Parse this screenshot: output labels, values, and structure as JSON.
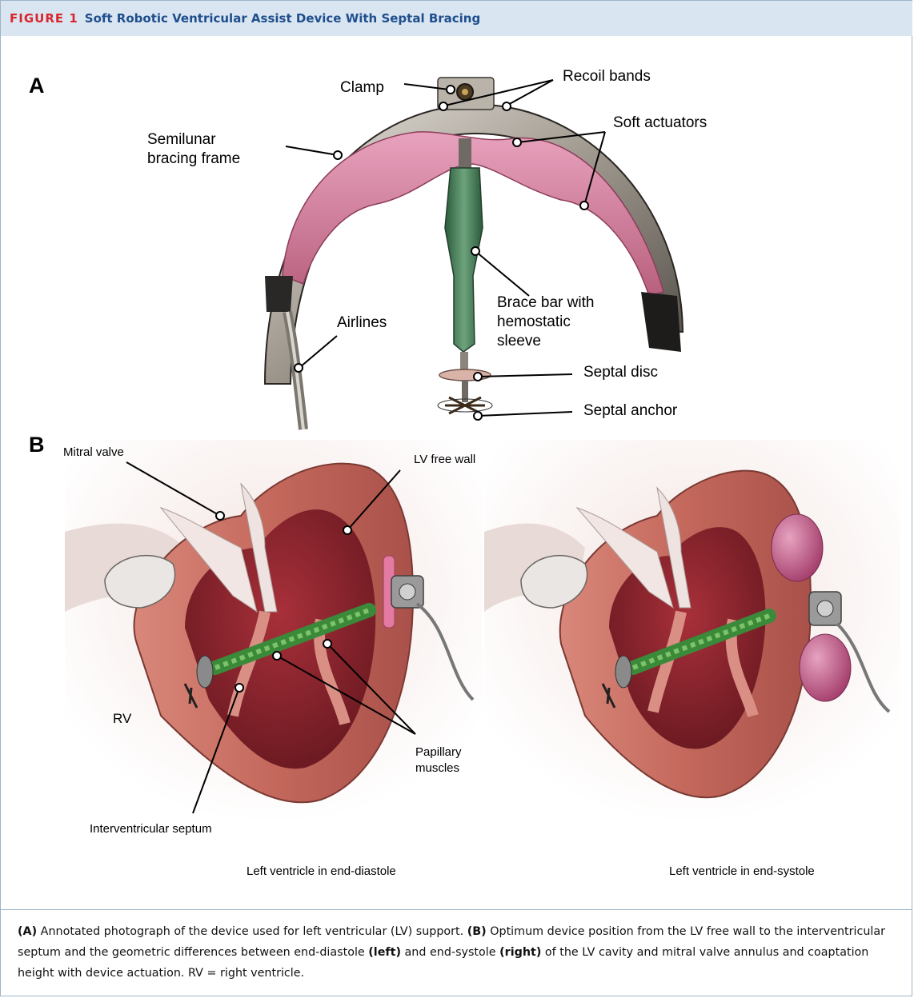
{
  "header": {
    "figure_number": "FIGURE 1",
    "figure_title": "Soft Robotic Ventricular Assist Device With Septal Bracing"
  },
  "panel_a": {
    "letter": "A",
    "labels": {
      "clamp": "Clamp",
      "recoil_bands": "Recoil bands",
      "semilunar_line1": "Semilunar",
      "semilunar_line2": "bracing frame",
      "soft_actuators": "Soft actuators",
      "airlines": "Airlines",
      "brace_line1": "Brace bar with",
      "brace_line2": "hemostatic",
      "brace_line3": "sleeve",
      "septal_disc": "Septal disc",
      "septal_anchor": "Septal anchor"
    }
  },
  "panel_b": {
    "letter": "B",
    "labels": {
      "mitral_valve": "Mitral valve",
      "lv_free_wall": "LV free wall",
      "rv": "RV",
      "papillary_line1": "Papillary",
      "papillary_line2": "muscles",
      "interventricular_septum": "Interventricular septum",
      "left_caption": "Left ventricle in end-diastole",
      "right_caption": "Left ventricle in end-systole"
    }
  },
  "caption": {
    "a_tag": "(A)",
    "a_text": " Annotated photograph of the device used for left ventricular (LV) support. ",
    "b_tag": "(B)",
    "b_text": " Optimum device position from the LV free wall to the interventricular septum and the geometric differences between end-diastole ",
    "left_tag": "(left)",
    "mid_text": " and end-systole ",
    "right_tag": "(right)",
    "end_text": " of the LV cavity and mitral valve annulus and coaptation height with device actuation. RV = right ventricle."
  },
  "colors": {
    "header_bg": "#d9e6f2",
    "figure_number": "#d9262c",
    "figure_title": "#1f4e8c",
    "border": "#9db4c8",
    "actuator_pink": "#d77fa0",
    "myocardium": "#b95a4e",
    "sleeve_green": "#3f7a52"
  }
}
